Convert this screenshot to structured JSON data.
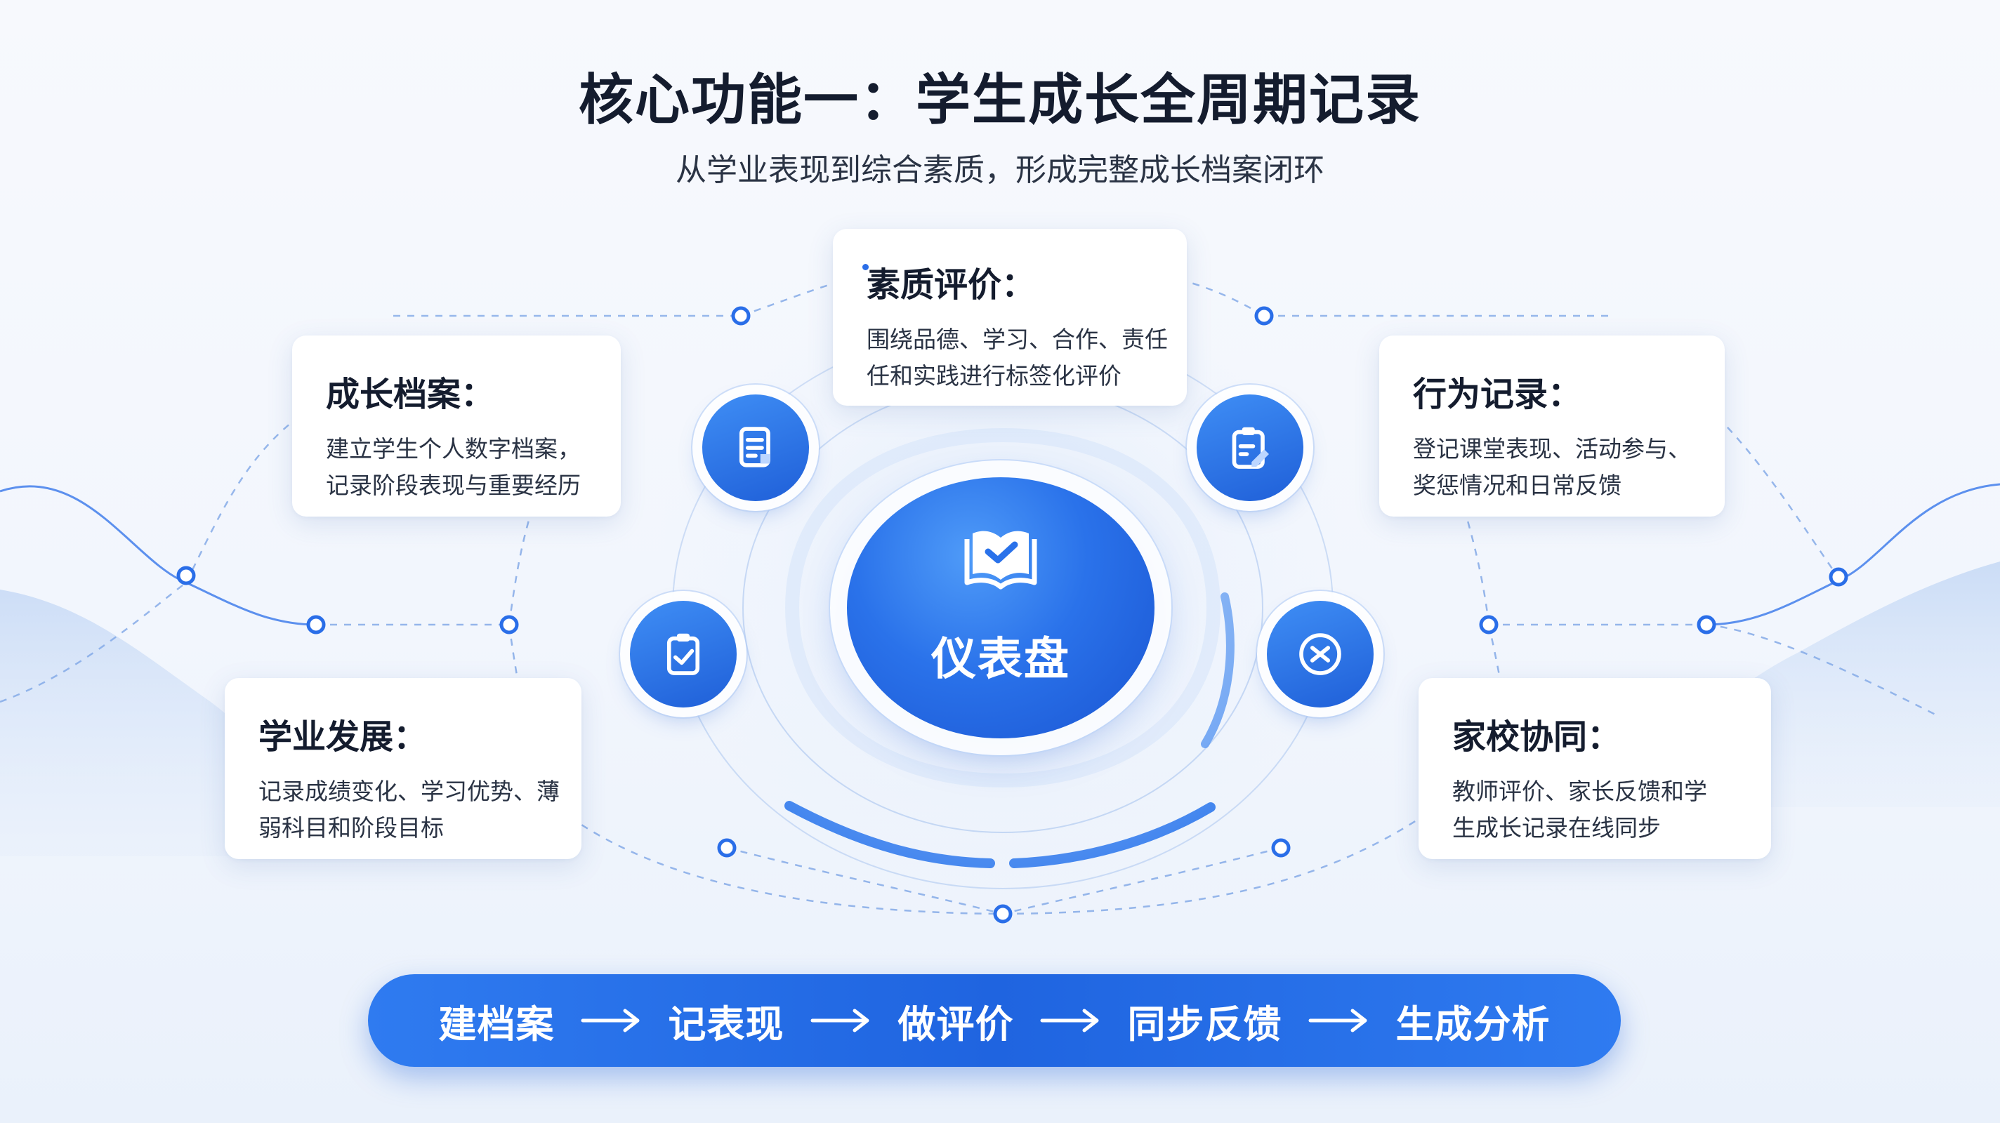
{
  "header": {
    "title": "核心功能一：学生成长全周期记录",
    "subtitle": "从学业表现到综合素质，形成完整成长档案闭环"
  },
  "hub": {
    "label": "仪表盘",
    "icon": "open-book-check-icon"
  },
  "modules": {
    "quality": {
      "title": "素质评价：",
      "desc": [
        "围绕品德、学习、合作、责任",
        "任和实践进行标签化评价"
      ]
    },
    "archive": {
      "title": "成长档案：",
      "desc": [
        "建立学生个人数字档案，",
        "记录阶段表现与重要经历"
      ]
    },
    "behavior": {
      "title": "行为记录：",
      "desc": [
        "登记课堂表现、活动参与、",
        "奖惩情况和日常反馈"
      ]
    },
    "academic": {
      "title": "学业发展：",
      "desc": [
        "记录成绩变化、学习优势、薄",
        "弱科目和阶段目标"
      ]
    },
    "homeschool": {
      "title": "家校协同：",
      "desc": [
        "教师评价、家长反馈和学",
        "生成长记录在线同步"
      ]
    }
  },
  "icons": {
    "archive": "document-icon",
    "behavior": "clipboard-edit-icon",
    "academic": "clipboard-check-icon",
    "homeschool": "sync-icon"
  },
  "flow": {
    "steps": [
      "建档案",
      "记表现",
      "做评价",
      "同步反馈",
      "生成分析"
    ]
  },
  "colors": {
    "primary": "#1f64e0",
    "accent": "#3f8ef5",
    "text": "#141c2e"
  }
}
